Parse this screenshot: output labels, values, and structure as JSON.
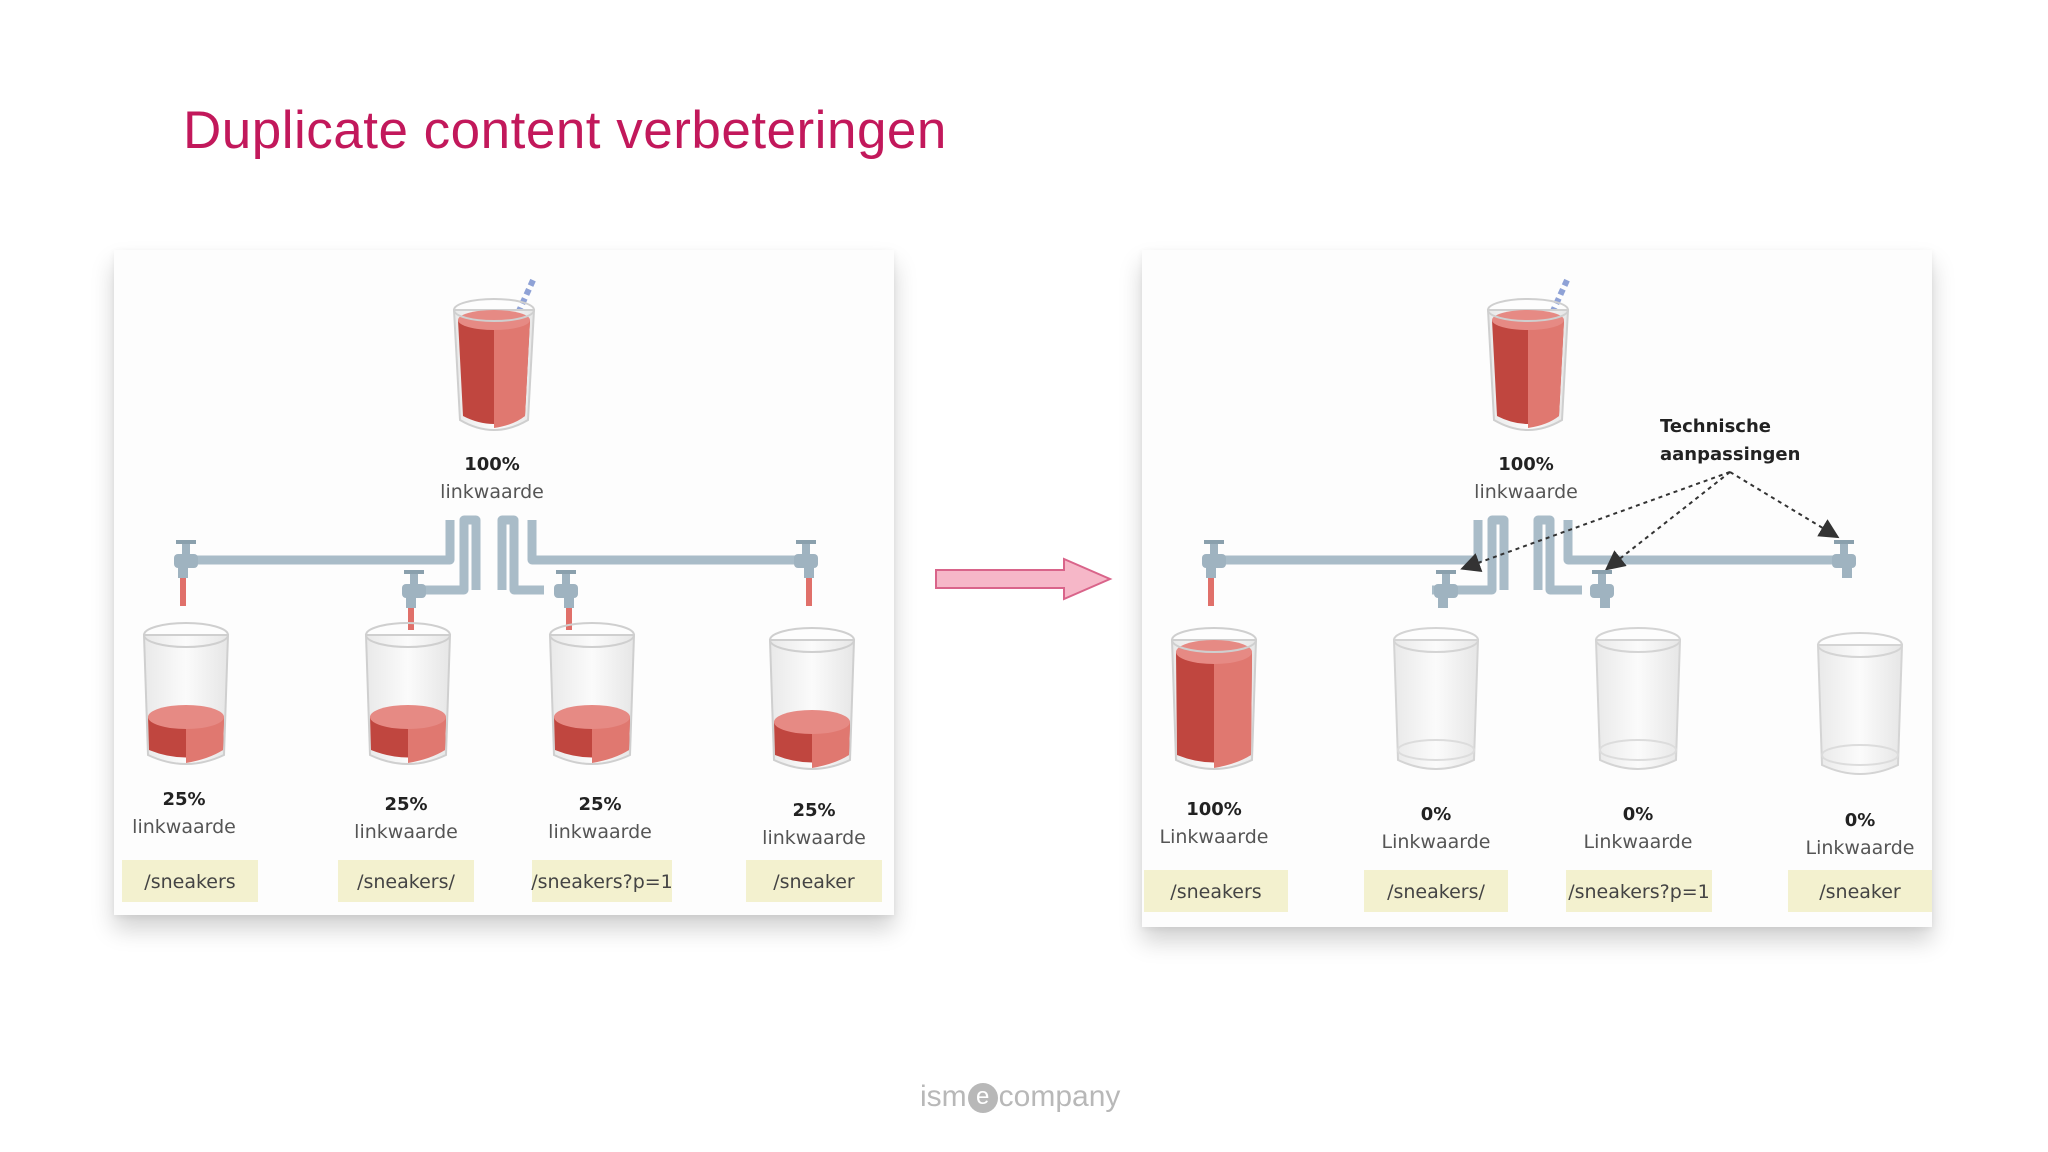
{
  "title": "Duplicate content verbeteringen",
  "colors": {
    "title": "#c2185b",
    "liquid": "#c0463f",
    "label_bg": "#f3f1cf",
    "pipe": "#a9bcc8",
    "arrow": "#f6b7c8"
  },
  "before": {
    "source": {
      "percent": "100%",
      "label": "linkwaarde",
      "fill_level": 1.0
    },
    "targets": [
      {
        "percent": "25%",
        "label": "linkwaarde",
        "url": "/sneakers",
        "fill_level": 0.25
      },
      {
        "percent": "25%",
        "label": "linkwaarde",
        "url": "/sneakers/",
        "fill_level": 0.25
      },
      {
        "percent": "25%",
        "label": "linkwaarde",
        "url": "/sneakers?p=1",
        "fill_level": 0.25
      },
      {
        "percent": "25%",
        "label": "linkwaarde",
        "url": "/sneaker",
        "fill_level": 0.25
      }
    ]
  },
  "after": {
    "source": {
      "percent": "100%",
      "label": "linkwaarde",
      "fill_level": 1.0
    },
    "annotation": [
      "Technische",
      "aanpassingen"
    ],
    "targets": [
      {
        "percent": "100%",
        "label": "Linkwaarde",
        "url": "/sneakers",
        "fill_level": 1.0
      },
      {
        "percent": "0%",
        "label": "Linkwaarde",
        "url": "/sneakers/",
        "fill_level": 0
      },
      {
        "percent": "0%",
        "label": "Linkwaarde",
        "url": "/sneakers?p=1",
        "fill_level": 0
      },
      {
        "percent": "0%",
        "label": "Linkwaarde",
        "url": "/sneaker",
        "fill_level": 0
      }
    ]
  },
  "footer": {
    "logo_pre": "ism",
    "logo_e": "e",
    "logo_post": "company"
  },
  "icons": [
    "glass-icon",
    "straw-icon",
    "tap-icon",
    "arrow-right-icon"
  ]
}
